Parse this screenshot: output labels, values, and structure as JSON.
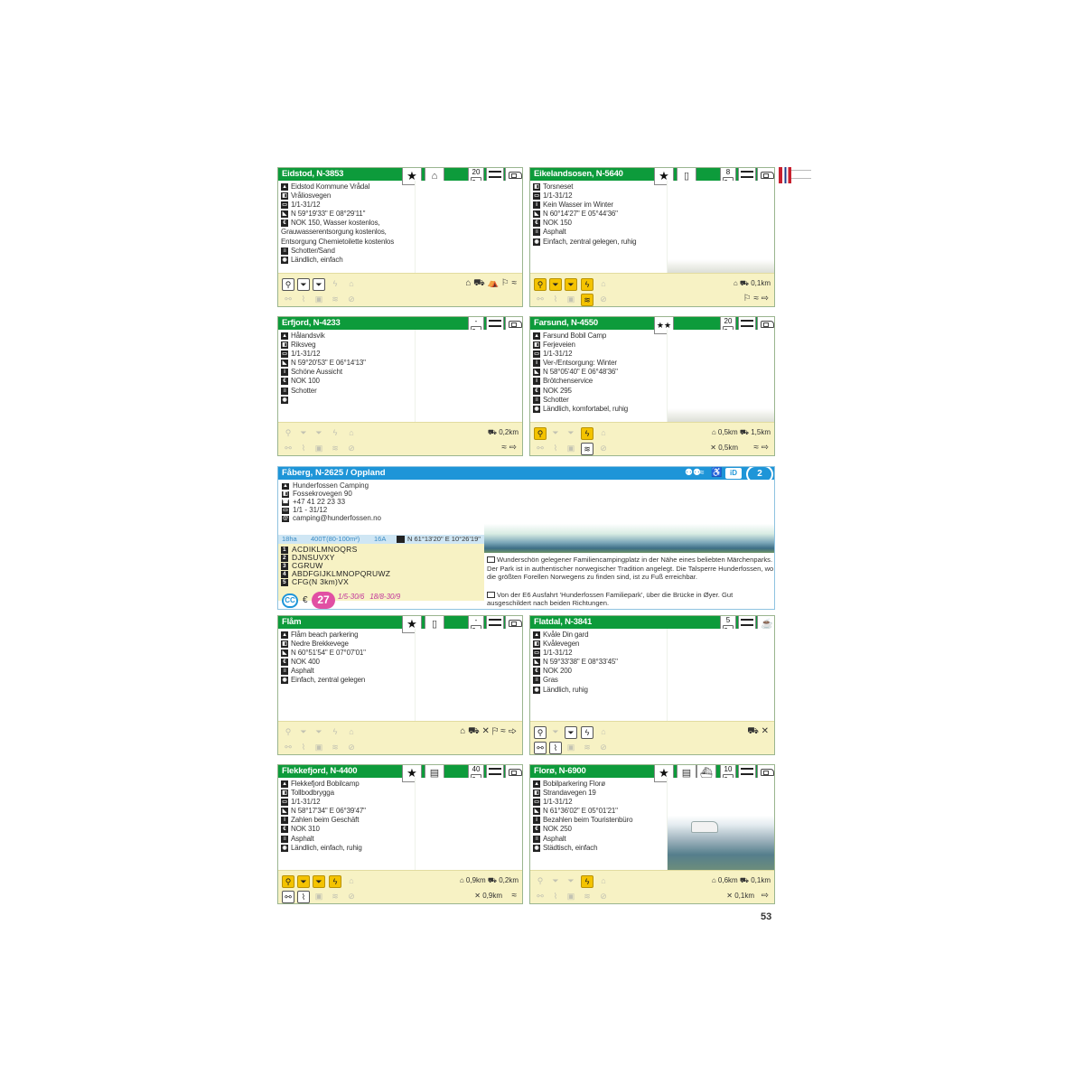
{
  "page_number": "53",
  "cards": {
    "eidstod": {
      "title": "Eidstod, N-3853",
      "rating": "★",
      "header_icon": "⌂",
      "spots": "20",
      "rows": [
        "Eidstod Kommune Vrådal",
        "Vråliosvegen",
        "1/1-31/12",
        "N 59°19'33\"   E 08°29'11\"",
        "NOK 150, Wasser kostenlos,",
        "Grauwasserentsorgung kostenlos,",
        "Entsorgung Chemietoilette kostenlos",
        "Schotter/Sand",
        "Ländlich, einfach"
      ],
      "distances": []
    },
    "eikelandsosen": {
      "title": "Eikelandsosen, N-5640",
      "rating": "★",
      "header_icon": "▯",
      "spots": "8",
      "rows": [
        "Torsneset",
        "1/1-31/12",
        "Kein Wasser im Winter",
        "N 60°14'27\"   E 05°44'36\"",
        "NOK 150",
        "Asphalt",
        "Einfach, zentral gelegen, ruhig"
      ],
      "distances": [
        "0,1km"
      ]
    },
    "erfjord": {
      "title": "Erfjord, N-4233",
      "rows": [
        "Hålandsvik",
        "Riksveg",
        "1/1-31/12",
        "N 59°20'53\"   E 06°14'13\"",
        "Schöne Aussicht",
        "NOK 100",
        "Schotter",
        ""
      ],
      "distances": [
        "0,2km"
      ]
    },
    "farsund": {
      "title": "Farsund, N-4550",
      "rating": "★★",
      "spots": "20",
      "rows": [
        "Farsund Bobil Camp",
        "Ferjeveien",
        "1/1-31/12",
        "Ver-/Entsorgung: Winter",
        "N 58°05'40\"   E 06°48'36\"",
        "Brötchenservice",
        "NOK 295",
        "Schotter",
        "Ländlich, komfortabel, ruhig"
      ],
      "distances": [
        "0,5km",
        "1,5km",
        "0,5km"
      ]
    },
    "flam": {
      "title": "Flåm",
      "rating": "★",
      "header_icon": "▯",
      "rows": [
        "Flåm beach parkering",
        "Nedre Brekkevege",
        "N 60°51'54\"   E 07°07'01\"",
        "NOK 400",
        "Asphalt",
        "Einfach, zentral gelegen"
      ],
      "distances": []
    },
    "flatdal": {
      "title": "Flatdal, N-3841",
      "spots": "5",
      "header_icon": "☕",
      "rows": [
        "Kvåle Din gard",
        "Kvålevegen",
        "1/1-31/12",
        "N 59°33'38\"   E 08°33'45\"",
        "NOK 200",
        "Gras",
        "Ländlich, ruhig"
      ],
      "distances": []
    },
    "flekkefjord": {
      "title": "Flekkefjord, N-4400",
      "rating": "★",
      "header_icon": "▤",
      "spots": "40",
      "rows": [
        "Flekkefjord Bobilcamp",
        "Tollbodbrygga",
        "1/1-31/12",
        "N 58°17'34\"   E 06°39'47\"",
        "Zahlen beim Geschäft",
        "NOK 310",
        "Asphalt",
        "Ländlich, einfach, ruhig"
      ],
      "distances": [
        "0,9km",
        "0,2km",
        "0,9km"
      ]
    },
    "floro": {
      "title": "Florø, N-6900",
      "rating": "★",
      "header_icon": "▤",
      "spots": "10",
      "rows": [
        "Bobilparkering Florø",
        "Strandavegen 19",
        "1/1-31/12",
        "N 61°36'02\"   E 05°01'21\"",
        "Bezahlen beim Touristenbüro",
        "NOK 250",
        "Asphalt",
        "Städtisch, einfach"
      ],
      "distances": [
        "0,6km",
        "0,1km",
        "0,1km"
      ]
    }
  },
  "faberg": {
    "title": "Fåberg, N-2625 / Oppland",
    "id_label": "iD",
    "number": "2",
    "rows": [
      "Hunderfossen Camping",
      "Fossekrovegen 90",
      "+47 41 22 23 33",
      "1/1 - 31/12",
      "camping@hunderfossen.no"
    ],
    "stats": {
      "area": "18ha",
      "pitches": "400T(80-100m²)",
      "amps": "16A",
      "gps": "N 61°13'20\"   E 10°26'19\""
    },
    "codes": [
      "ACDIKLMNOQRS",
      "DJNSUVXY",
      "CGRUW",
      "ABDFGIJKLMNOPQRUWZ",
      "CFG(N 3km)VX"
    ],
    "code_nums": [
      "1",
      "2",
      "3",
      "4",
      "5"
    ],
    "cc_label": "CC",
    "currency": "€",
    "price": "27",
    "seasons": [
      "1/5-30/6",
      "18/8-30/9"
    ],
    "description": "Wunderschön gelegener Familiencampingplatz in der Nähe eines beliebten Märchenparks. Der Park ist in authentischer norwegischer Tradition angelegt. Die Talsperre Hunderfossen, wo die größten Forellen Norwegens zu finden sind, ist zu Fuß erreichbar.",
    "route": "Von der E6 Ausfahrt 'Hunderfossen Familiepark', über die Brücke in Øyer. Gut ausgeschildert nach beiden Richtungen."
  },
  "colors": {
    "header_green": "#0d9b3b",
    "header_blue": "#1e95d8",
    "facility_yellow": "#f7f2c4",
    "price_pink": "#e14fa3"
  }
}
